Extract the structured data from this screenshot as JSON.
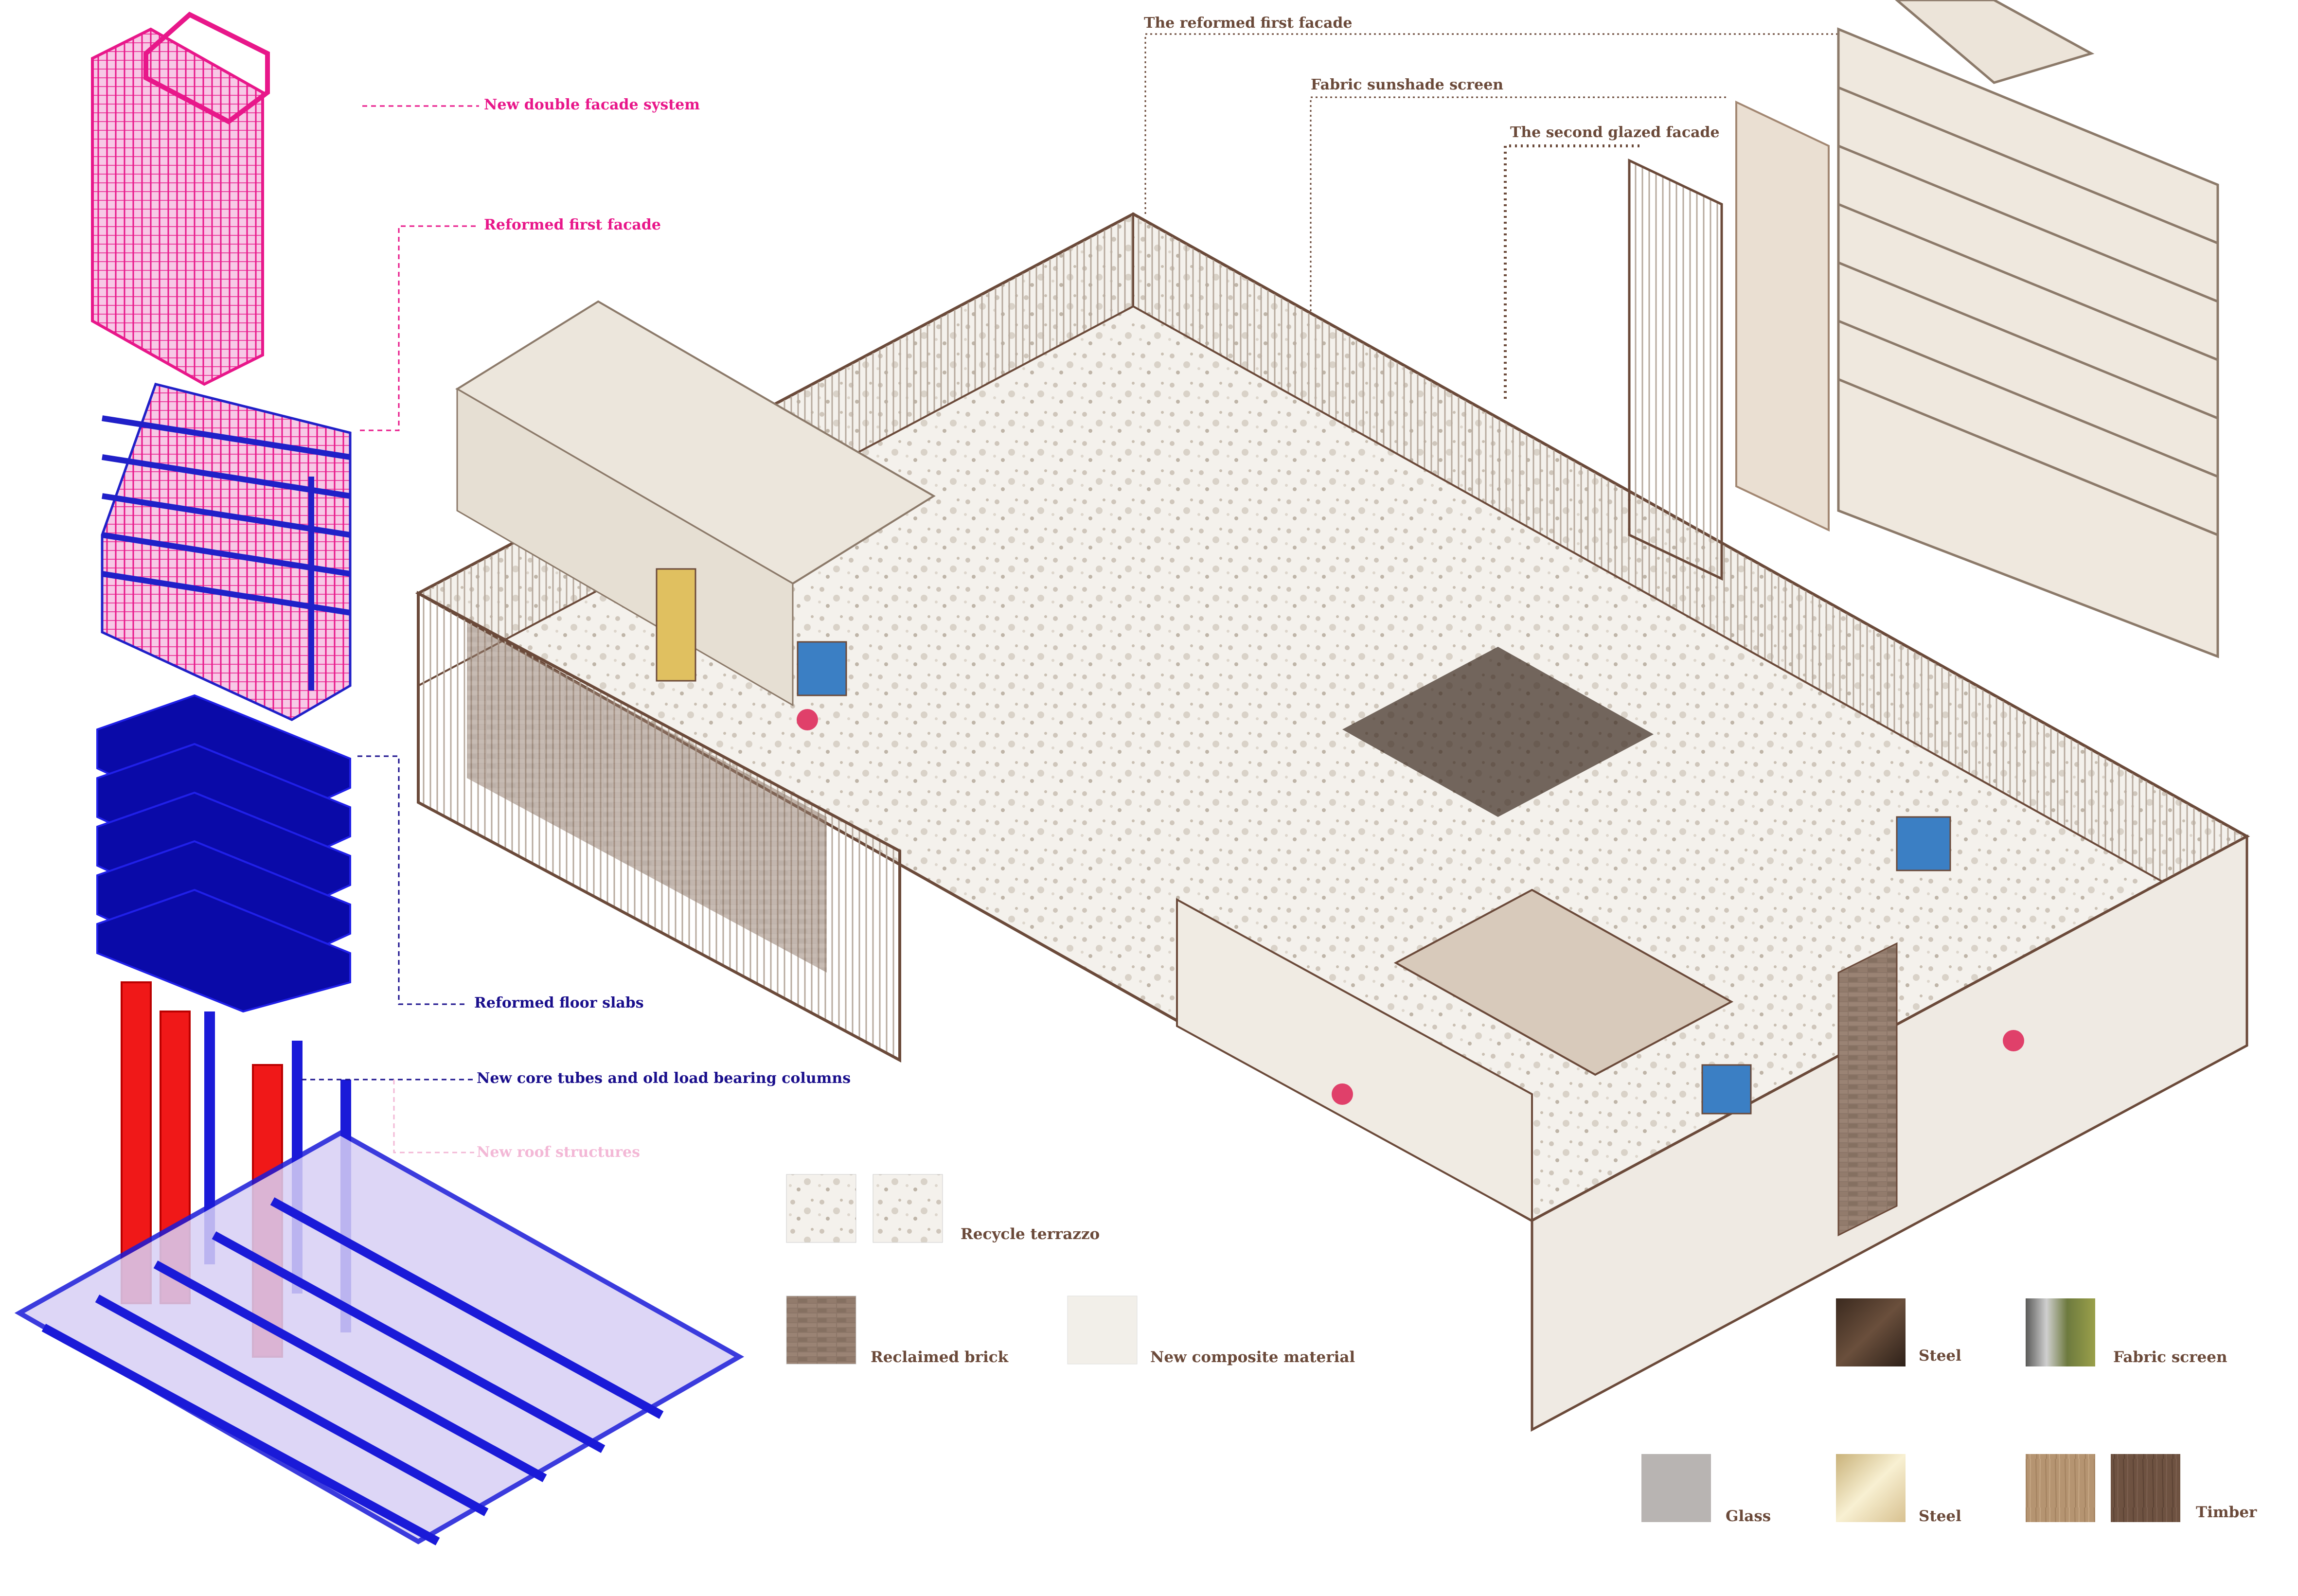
{
  "exploded_axonometric": {
    "labels": {
      "double_facade": "New  double facade system",
      "reformed_first_facade": "Reformed first facade",
      "floor_slabs": "Reformed floor slabs",
      "core_columns": "New core tubes and old load bearing columns",
      "roof_structures": "New roof structures"
    },
    "colors": {
      "pink": "#e8178a",
      "blue": "#1515b8",
      "red": "#f01818",
      "light_pink": "#f3b8d6"
    }
  },
  "facade_layers": {
    "labels": {
      "reformed_first": "The reformed first facade",
      "fabric_screen": "Fabric sunshade screen",
      "second_glazed": "The second glazed facade"
    }
  },
  "materials": {
    "recycle_terrazzo": "Recycle terrazzo",
    "reclaimed_brick": "Reclaimed brick",
    "new_composite": "New composite material",
    "steel_dark": "Steel",
    "fabric_screen": "Fabric screen",
    "glass": "Glass",
    "steel_brass": "Steel",
    "timber": "Timber"
  }
}
